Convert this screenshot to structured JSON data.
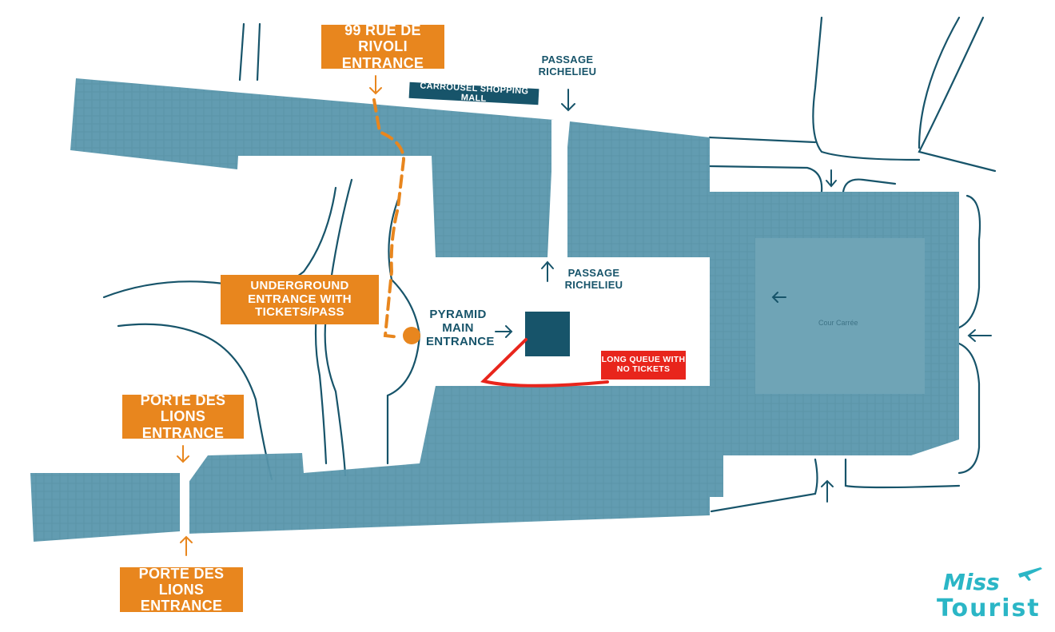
{
  "labels": {
    "rivoli_entrance": "99 RUE DE RIVOLI ENTRANCE",
    "carrousel_mall": "CARROUSEL SHOPPING MALL",
    "passage_richelieu_top": "PASSAGE RICHELIEU",
    "passage_richelieu_mid": "PASSAGE RICHELIEU",
    "underground_entrance": "UNDERGROUND ENTRANCE WITH TICKETS/PASS",
    "pyramid_main_entrance": "PYRAMID MAIN ENTRANCE",
    "long_queue": "LONG QUEUE WITH NO TICKETS",
    "porte_lions_top": "PORTE DES LIONS ENTRANCE",
    "porte_lions_bottom": "PORTE DES LIONS ENTRANCE",
    "cour_carree": "Cour Carrée"
  },
  "logo": {
    "line1": "Miss",
    "line2": "Tourist"
  },
  "colors": {
    "building_fill": "#5a97ad",
    "street_line": "#17546a",
    "orange_route": "#e8861e",
    "queue_red": "#e8251c",
    "pyramid": "#17546a",
    "logo": "#2bb6c6"
  },
  "icons": {
    "arrow": "arrow-icon",
    "plane": "airplane-icon",
    "pin": "location-dot-icon"
  }
}
